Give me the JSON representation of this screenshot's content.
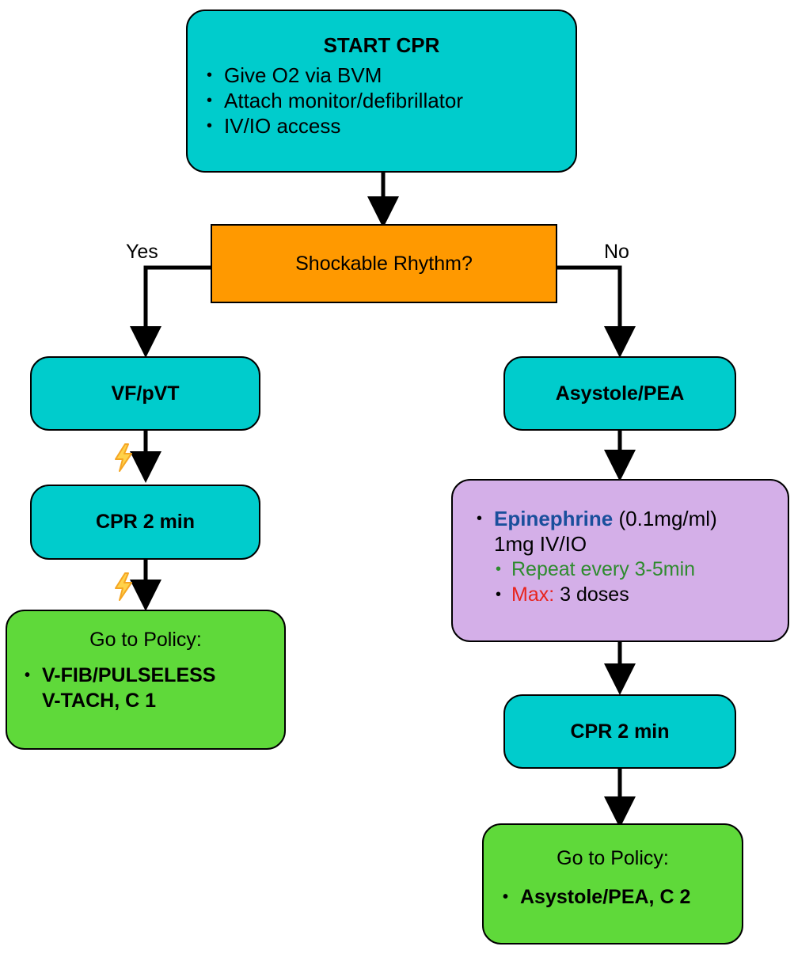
{
  "start": {
    "title": "START CPR",
    "bullets": [
      "Give O2 via BVM",
      "Attach monitor/defibrillator",
      "IV/IO access"
    ]
  },
  "decision": {
    "question": "Shockable Rhythm?",
    "yes_label": "Yes",
    "no_label": "No"
  },
  "left_branch": {
    "rhythm": "VF/pVT",
    "cpr": "CPR 2 min",
    "shock_icon": "lightning-bolt-icon",
    "policy": {
      "heading": "Go to Policy:",
      "item_line1": "V-FIB/PULSELESS",
      "item_line2": "V-TACH, C 1"
    }
  },
  "right_branch": {
    "rhythm": "Asystole/PEA",
    "medication": {
      "drug": "Epinephrine",
      "concentration": "(0.1mg/ml)",
      "dose": "1mg IV/IO",
      "repeat": "Repeat every 3-5min",
      "max_label": "Max:",
      "max_value": "3 doses"
    },
    "cpr": "CPR 2 min",
    "policy": {
      "heading": "Go to Policy:",
      "item": "Asystole/PEA, C 2"
    }
  },
  "colors": {
    "teal": "#00cccc",
    "orange": "#ff9900",
    "green": "#5fd93a",
    "purple": "#d4afe8",
    "drug_blue": "#1a4f9c",
    "repeat_green": "#2e8b2e",
    "max_red": "#e8231d",
    "bolt": "#f5a623"
  }
}
